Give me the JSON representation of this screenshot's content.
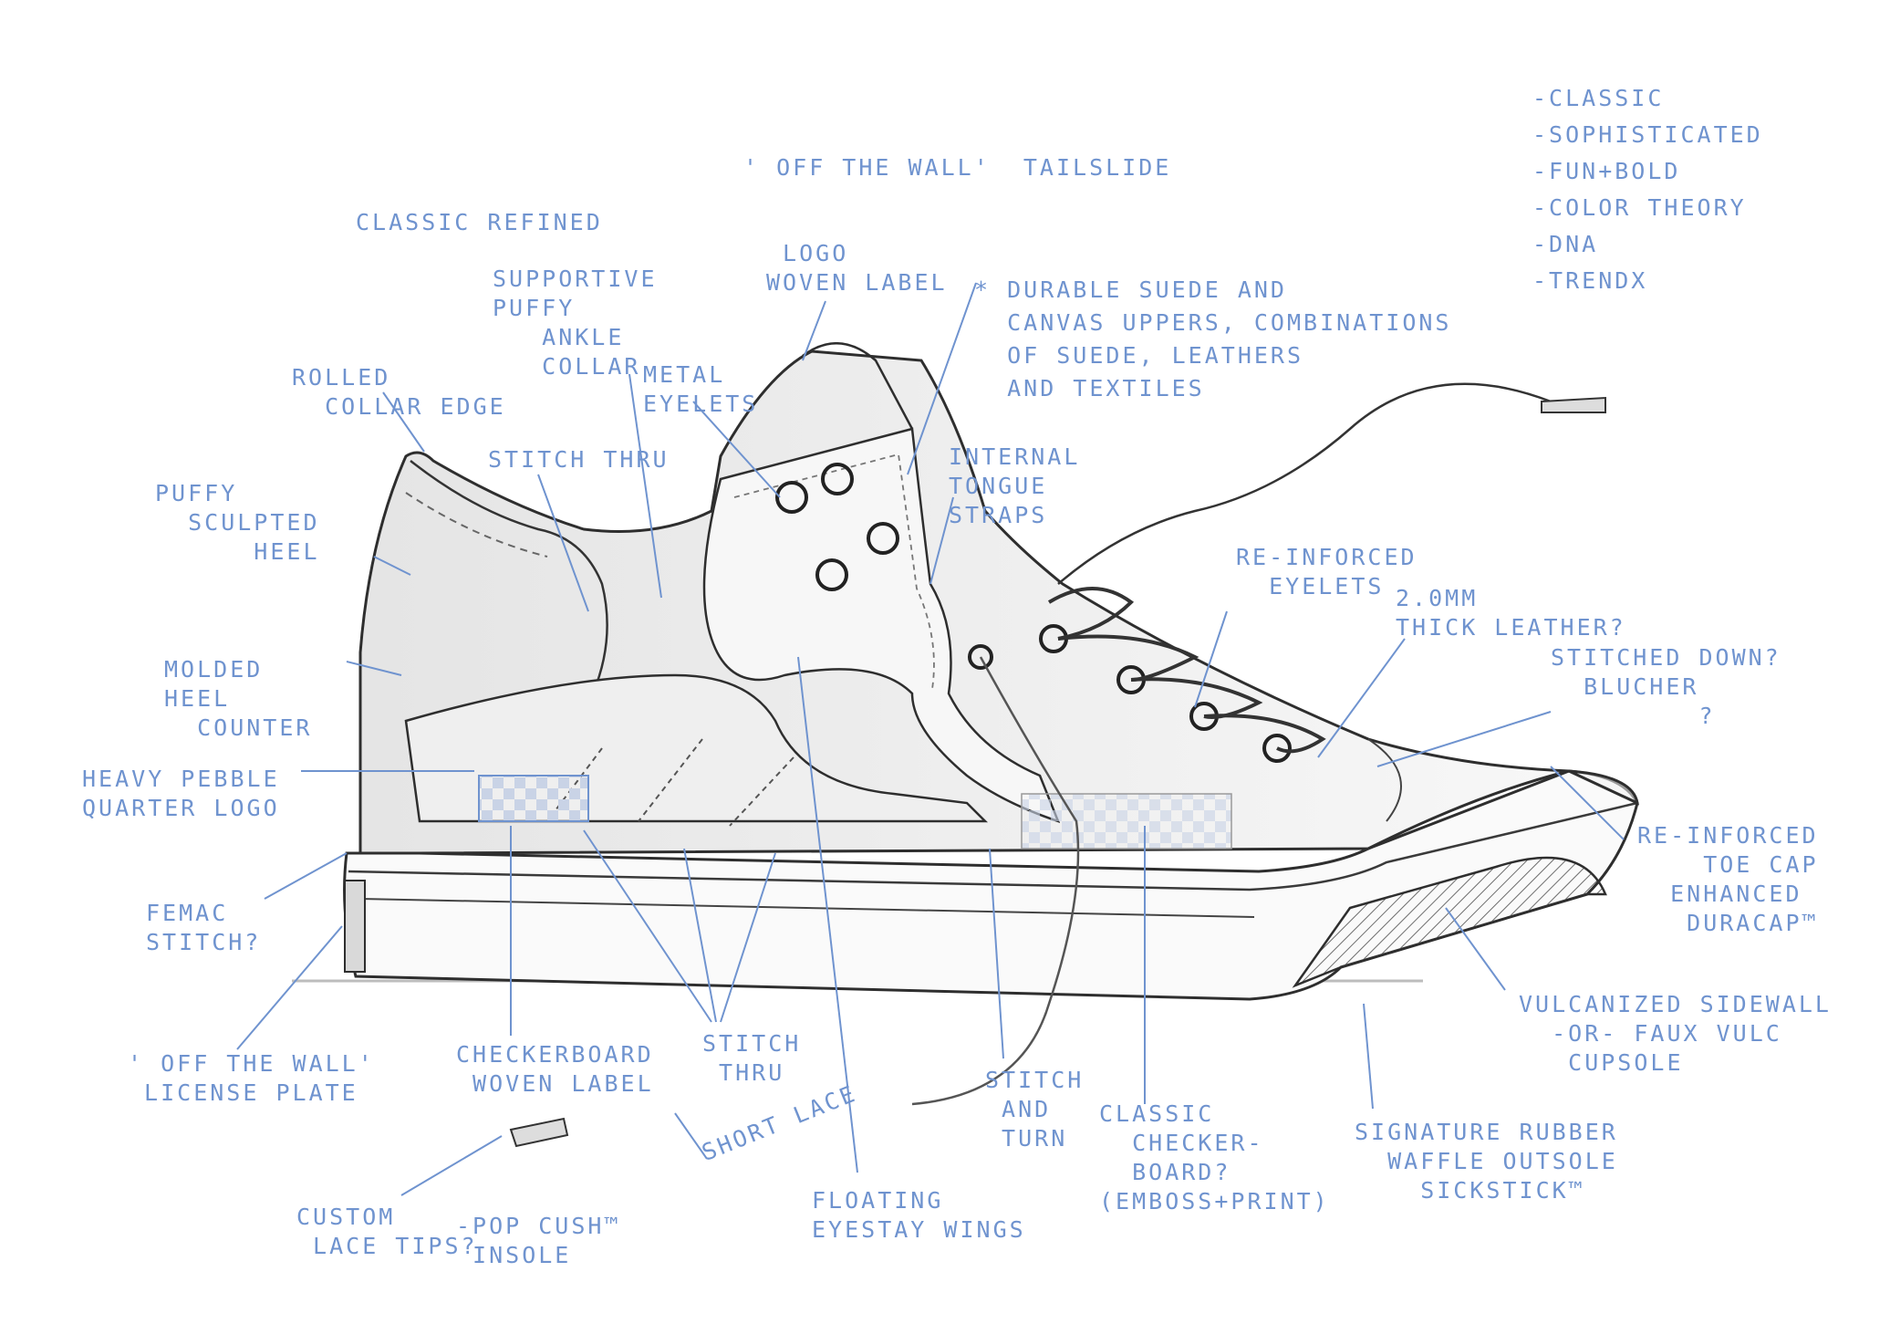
{
  "colors": {
    "ink": "#2e2e2e",
    "pencil": "#8a8a8a",
    "annotation": "#6f93cf",
    "paper": "#ffffff"
  },
  "annotations": {
    "classic_refined": "CLASSIC REFINED",
    "off_the_wall_tailslide": "' OFF THE WALL'  TAILSLIDE",
    "keywords": "-CLASSIC\n-SOPHISTICATED\n-FUN+BOLD\n-COLOR THEORY\n-DNA\n-TRENDX",
    "supportive_collar": "SUPPORTIVE\nPUFFY\n   ANKLE\n   COLLAR",
    "logo_woven_label": " LOGO\nWOVEN LABEL",
    "durable_uppers": "* DURABLE SUEDE AND\n  CANVAS UPPERS, COMBINATIONS\n  OF SUEDE, LEATHERS\n  AND TEXTILES",
    "rolled_collar": "ROLLED\n  COLLAR EDGE",
    "metal_eyelets": "METAL\nEYELETS",
    "stitch_thru_top": "STITCH THRU",
    "internal_tongue": "INTERNAL\nTONGUE\nSTRAPS",
    "puffy_heel": "PUFFY\n  SCULPTED\n      HEEL",
    "reinforced_eyelets": "RE-INFORCED\n  EYELETS",
    "thick_leather": "2.0MM\nTHICK LEATHER?",
    "stitched_down": "STITCHED DOWN?\n  BLUCHER\n         ?",
    "molded_heel": "MOLDED\nHEEL\n  COUNTER",
    "heavy_pebble": "HEAVY PEBBLE\nQUARTER LOGO",
    "reinforced_toe": "RE-INFORCED\n    TOE CAP\n  ENHANCED\n   DURACAP™",
    "foxing_stitch": "FEMAC\nSTITCH?",
    "vulcanized": "VULCANIZED SIDEWALL\n  -OR- FAUX VULC\n   CUPSOLE",
    "license_plate": "' OFF THE WALL'\n LICENSE PLATE",
    "checkerboard_label": "CHECKERBOARD\n WOVEN LABEL",
    "stitch_thru_bottom": "STITCH\n THRU",
    "stitch_and_turn": "STITCH\n AND\n TURN",
    "classic_checkerboard": "CLASSIC\n  CHECKER-\n  BOARD?\n(EMBOSS+PRINT)",
    "signature_rubber": "SIGNATURE RUBBER\n  WAFFLE OUTSOLE\n    SickStick™",
    "short_lace": "SHORT LACE",
    "custom_lace_tips": "CUSTOM\n LACE TIPS?",
    "popcush": "-POP CUSH™\n INSOLE",
    "floating_eyestay": "FLOATING\nEYESTAY WINGS"
  }
}
